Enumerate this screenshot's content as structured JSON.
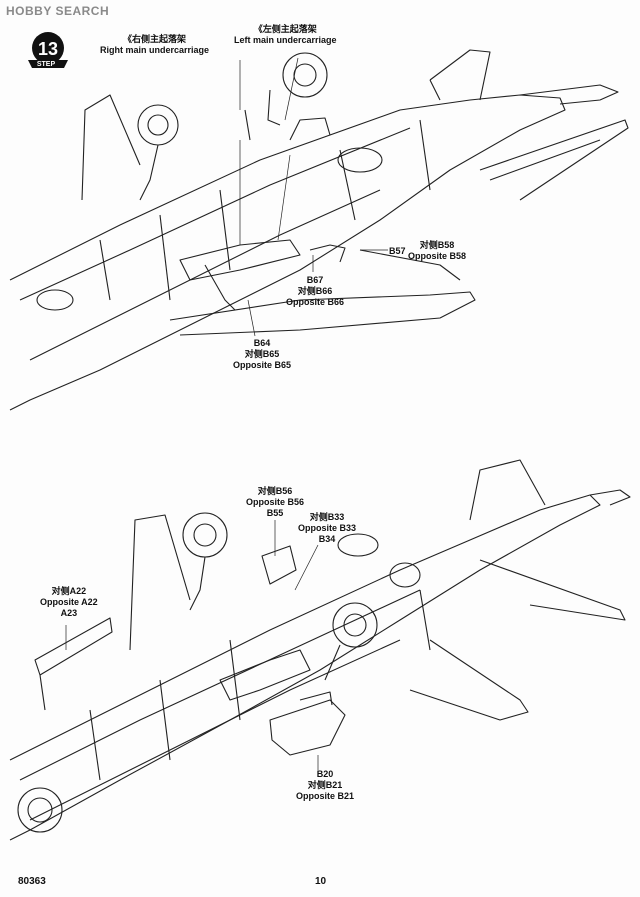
{
  "watermark": "HOBBY SEARCH",
  "step": {
    "number": "13",
    "label": "STEP"
  },
  "callouts_top": {
    "right_main": {
      "zh": "《右侧主起落架",
      "en": "Right main undercarriage"
    },
    "left_main": {
      "zh": "《左侧主起落架",
      "en": "Left main undercarriage"
    },
    "b57": "B57",
    "b58": {
      "part": "对侧B58",
      "en": "Opposite B58"
    },
    "b67": {
      "part": "B67",
      "opp": "对侧B66",
      "en": "Opposite B66"
    },
    "b64": {
      "part": "B64",
      "opp": "对侧B65",
      "en": "Opposite B65"
    }
  },
  "callouts_bottom": {
    "b56": {
      "opp": "对侧B56",
      "en": "Opposite B56",
      "part": "B55"
    },
    "b33": {
      "opp": "对侧B33",
      "en": "Opposite B33",
      "part": "B34"
    },
    "a22": {
      "opp": "对侧A22",
      "en": "Opposite A22",
      "part": "A23"
    },
    "b20": {
      "part": "B20",
      "opp": "对侧B21",
      "en": "Opposite B21"
    }
  },
  "footer": {
    "kit_number": "80363",
    "page_number": "10"
  }
}
